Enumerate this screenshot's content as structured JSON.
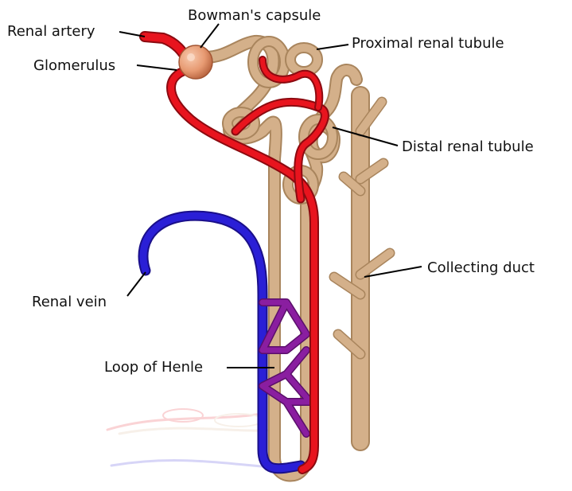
{
  "labels": {
    "renal_artery": "Renal artery",
    "bowmans_capsule": "Bowman's capsule",
    "glomerulus": "Glomerulus",
    "proximal_tubule": "Proximal renal tubule",
    "distal_tubule": "Distal renal tubule",
    "collecting_duct": "Collecting duct",
    "renal_vein": "Renal vein",
    "loop_of_henle": "Loop of Henle"
  },
  "colors": {
    "artery": "#e8141e",
    "vein": "#2a1fd6",
    "capillary": "#8a1ea0",
    "tubule": "#d4b08a",
    "tubule_dark": "#a9855d",
    "capsule": "#e79a72",
    "leader": "#000000"
  }
}
